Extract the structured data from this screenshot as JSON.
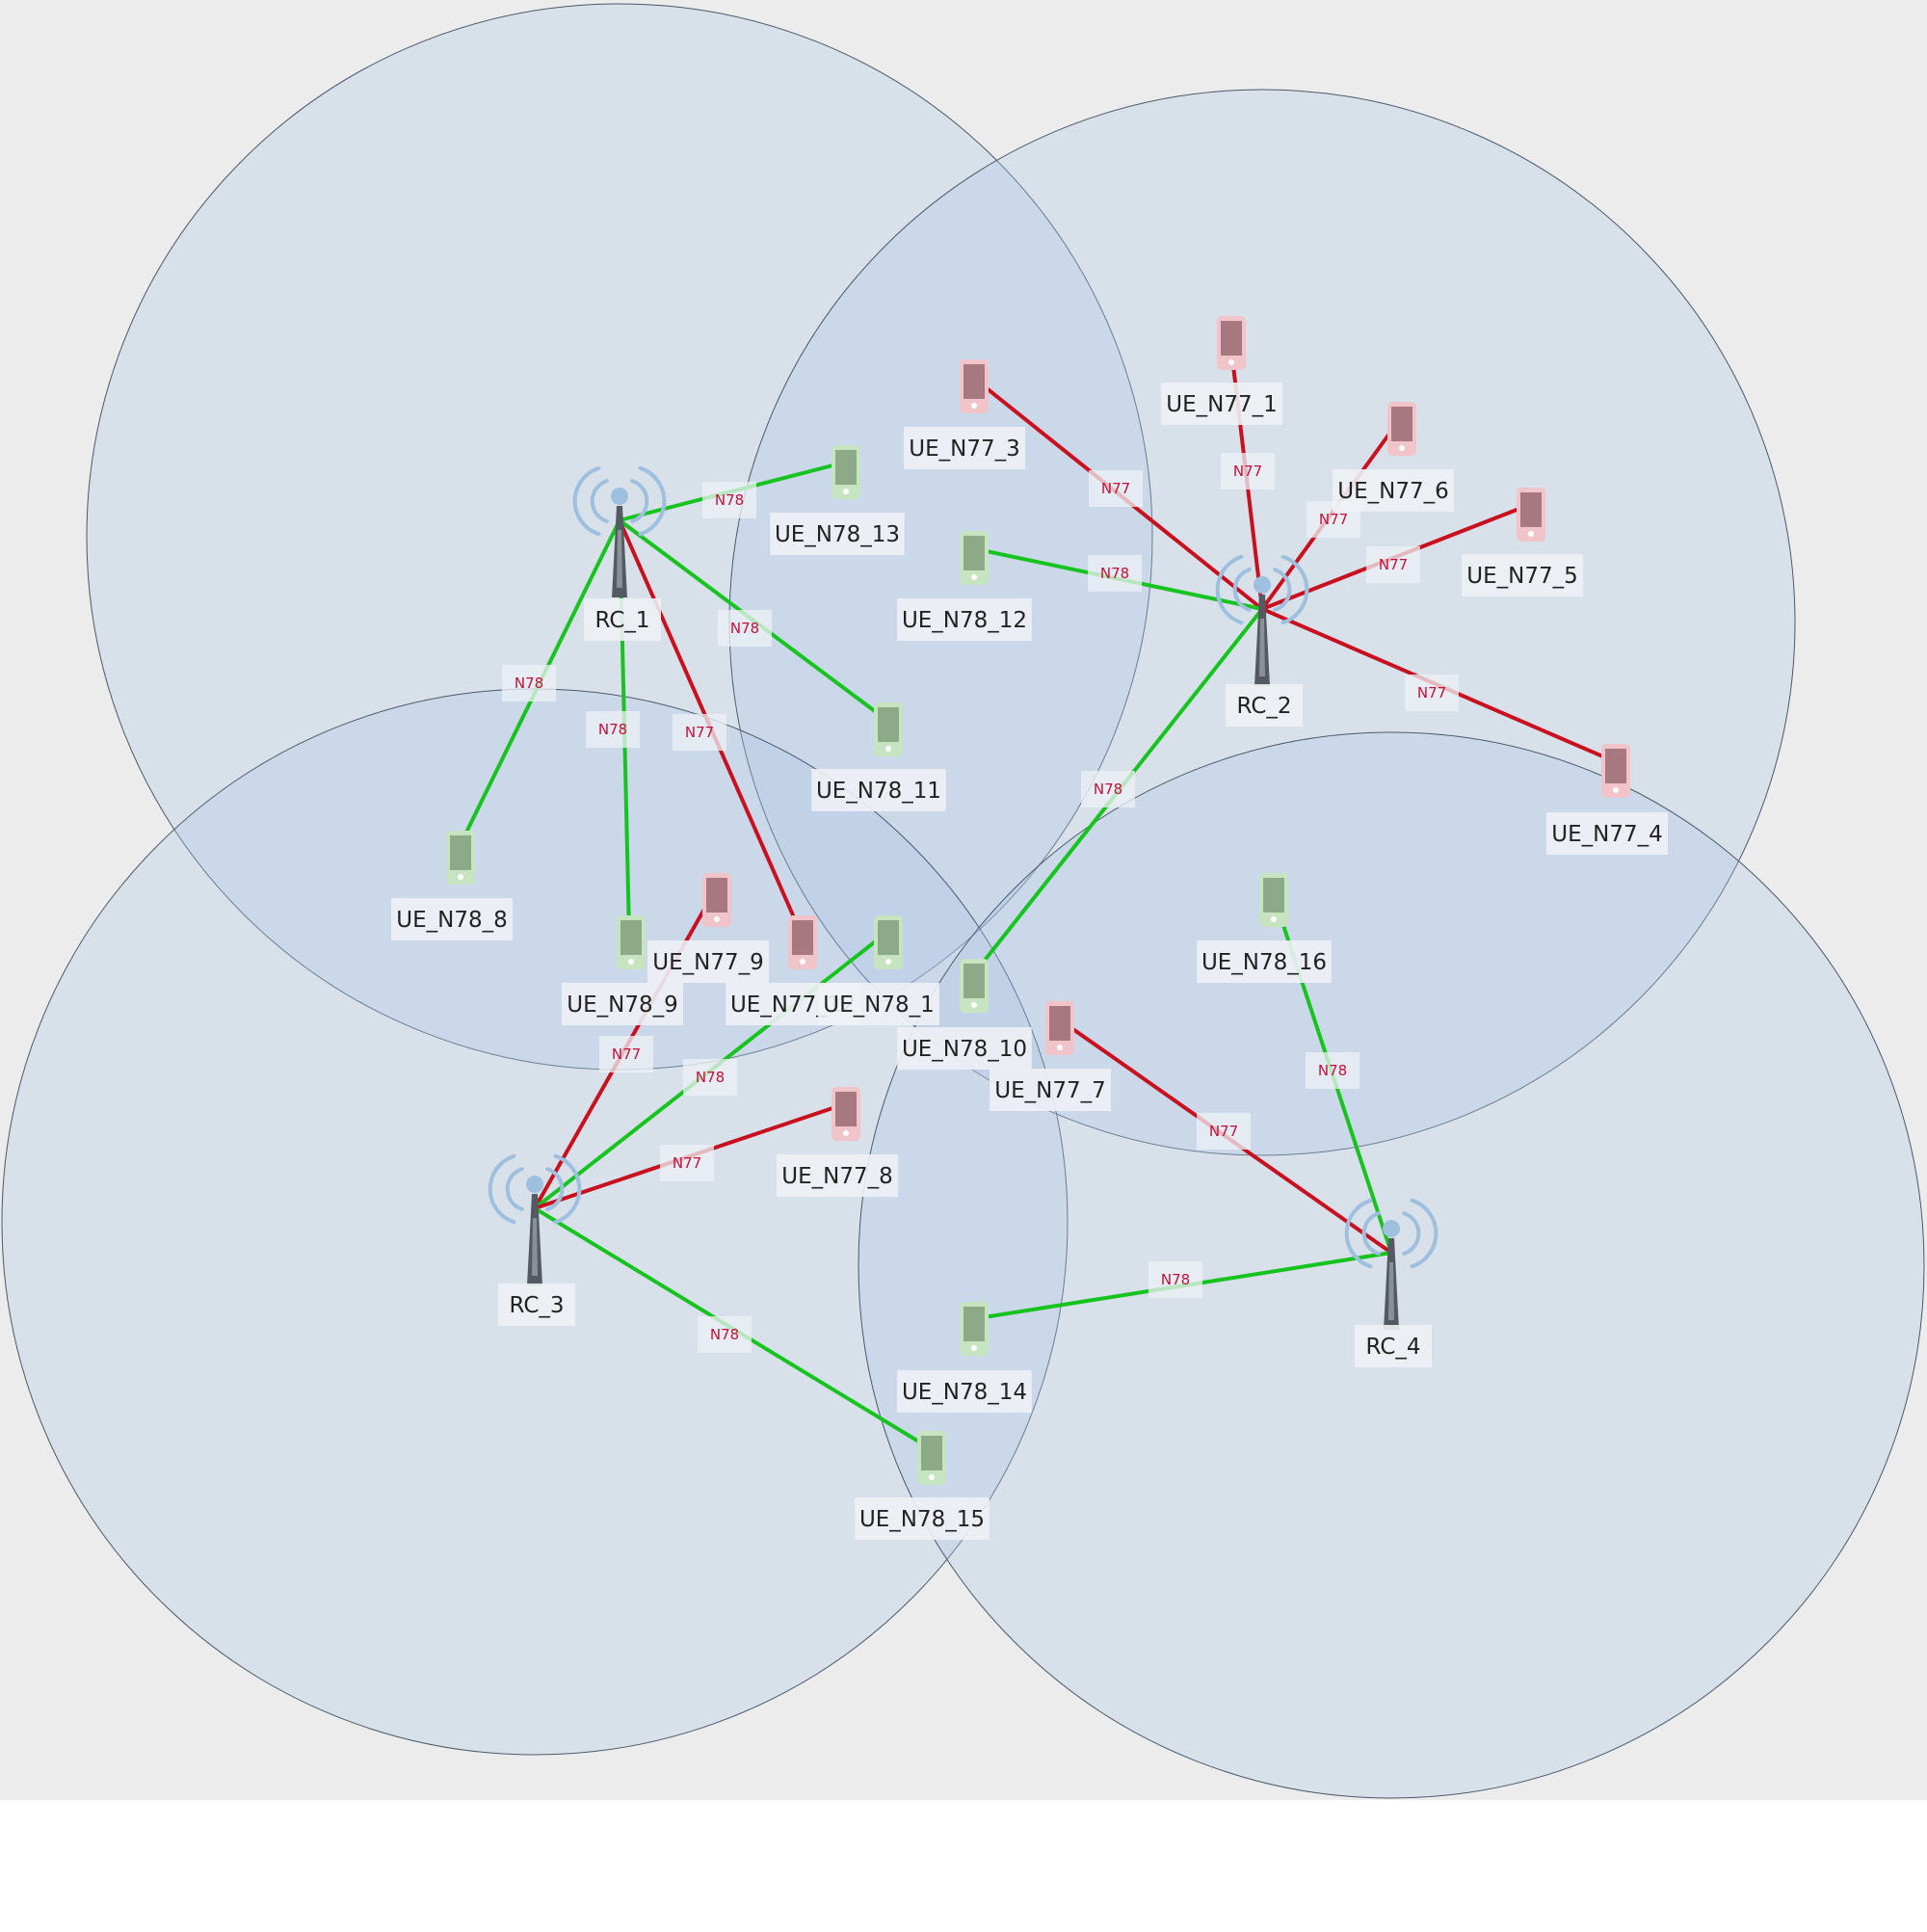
{
  "colors": {
    "canvas_bg": "#ececec",
    "coverage_fill": "#aec8e6",
    "coverage_stroke": "#4a5a6a",
    "link_n78": "#17c41f",
    "link_n77": "#c8101e",
    "label_bg": "#eef1f5",
    "ue_n78_body": "#8caa88",
    "ue_n78_bg": "#c6e4c0",
    "ue_n77_body": "#a87880",
    "ue_n77_bg": "#f0c4c8",
    "tower": "#555a62",
    "wave": "#9ec0de"
  },
  "towers": [
    {
      "id": "RC_1",
      "label": "RC_1",
      "icon": "radio-tower-icon"
    },
    {
      "id": "RC_2",
      "label": "RC_2",
      "icon": "radio-tower-icon"
    },
    {
      "id": "RC_3",
      "label": "RC_3",
      "icon": "radio-tower-icon"
    },
    {
      "id": "RC_4",
      "label": "RC_4",
      "icon": "radio-tower-icon"
    }
  ],
  "devices": [
    {
      "id": "UE_N77_1",
      "label": "UE_N77_1",
      "band": "N77",
      "icon": "smartphone-icon"
    },
    {
      "id": "UE_N77_3",
      "label": "UE_N77_3",
      "band": "N77",
      "icon": "smartphone-icon"
    },
    {
      "id": "UE_N77_6",
      "label": "UE_N77_6",
      "band": "N77",
      "icon": "smartphone-icon"
    },
    {
      "id": "UE_N77_5",
      "label": "UE_N77_5",
      "band": "N77",
      "icon": "smartphone-icon"
    },
    {
      "id": "UE_N77_4",
      "label": "UE_N77_4",
      "band": "N77",
      "icon": "smartphone-icon"
    },
    {
      "id": "UE_N77_9",
      "label": "UE_N77_9",
      "band": "N77",
      "icon": "smartphone-icon"
    },
    {
      "id": "UE_N77_12",
      "label": "UE_N77_12",
      "band": "N77",
      "icon": "smartphone-icon"
    },
    {
      "id": "UE_N77_7",
      "label": "UE_N77_7",
      "band": "N77",
      "icon": "smartphone-icon"
    },
    {
      "id": "UE_N77_8",
      "label": "UE_N77_8",
      "band": "N77",
      "icon": "smartphone-icon"
    },
    {
      "id": "UE_N78_13",
      "label": "UE_N78_13",
      "band": "N78",
      "icon": "smartphone-icon"
    },
    {
      "id": "UE_N78_12",
      "label": "UE_N78_12",
      "band": "N78",
      "icon": "smartphone-icon"
    },
    {
      "id": "UE_N78_11",
      "label": "UE_N78_11",
      "band": "N78",
      "icon": "smartphone-icon"
    },
    {
      "id": "UE_N78_8",
      "label": "UE_N78_8",
      "band": "N78",
      "icon": "smartphone-icon"
    },
    {
      "id": "UE_N78_9",
      "label": "UE_N78_9",
      "band": "N78",
      "icon": "smartphone-icon"
    },
    {
      "id": "UE_N78_1",
      "label": "UE_N78_1",
      "band": "N78",
      "icon": "smartphone-icon"
    },
    {
      "id": "UE_N78_10",
      "label": "UE_N78_10",
      "band": "N78",
      "icon": "smartphone-icon"
    },
    {
      "id": "UE_N78_16",
      "label": "UE_N78_16",
      "band": "N78",
      "icon": "smartphone-icon"
    },
    {
      "id": "UE_N78_14",
      "label": "UE_N78_14",
      "band": "N78",
      "icon": "smartphone-icon"
    },
    {
      "id": "UE_N78_15",
      "label": "UE_N78_15",
      "band": "N78",
      "icon": "smartphone-icon"
    }
  ],
  "links": [
    {
      "from": "RC_1",
      "to": "UE_N78_13",
      "label": "N78"
    },
    {
      "from": "RC_1",
      "to": "UE_N78_11",
      "label": "N78"
    },
    {
      "from": "RC_1",
      "to": "UE_N78_8",
      "label": "N78"
    },
    {
      "from": "RC_1",
      "to": "UE_N78_9",
      "label": "N78"
    },
    {
      "from": "RC_1",
      "to": "UE_N77_12",
      "label": "N77"
    },
    {
      "from": "RC_2",
      "to": "UE_N77_3",
      "label": "N77"
    },
    {
      "from": "RC_2",
      "to": "UE_N77_1",
      "label": "N77"
    },
    {
      "from": "RC_2",
      "to": "UE_N77_6",
      "label": "N77"
    },
    {
      "from": "RC_2",
      "to": "UE_N77_5",
      "label": "N77"
    },
    {
      "from": "RC_2",
      "to": "UE_N77_4",
      "label": "N77"
    },
    {
      "from": "RC_2",
      "to": "UE_N78_12",
      "label": "N78"
    },
    {
      "from": "RC_2",
      "to": "UE_N78_10",
      "label": "N78"
    },
    {
      "from": "RC_3",
      "to": "UE_N77_9",
      "label": "N77"
    },
    {
      "from": "RC_3",
      "to": "UE_N78_1",
      "label": "N78"
    },
    {
      "from": "RC_3",
      "to": "UE_N77_8",
      "label": "N77"
    },
    {
      "from": "RC_3",
      "to": "UE_N78_15",
      "label": "N78"
    },
    {
      "from": "RC_4",
      "to": "UE_N78_16",
      "label": "N78"
    },
    {
      "from": "RC_4",
      "to": "UE_N77_7",
      "label": "N77"
    },
    {
      "from": "RC_4",
      "to": "UE_N78_14",
      "label": "N78"
    }
  ]
}
